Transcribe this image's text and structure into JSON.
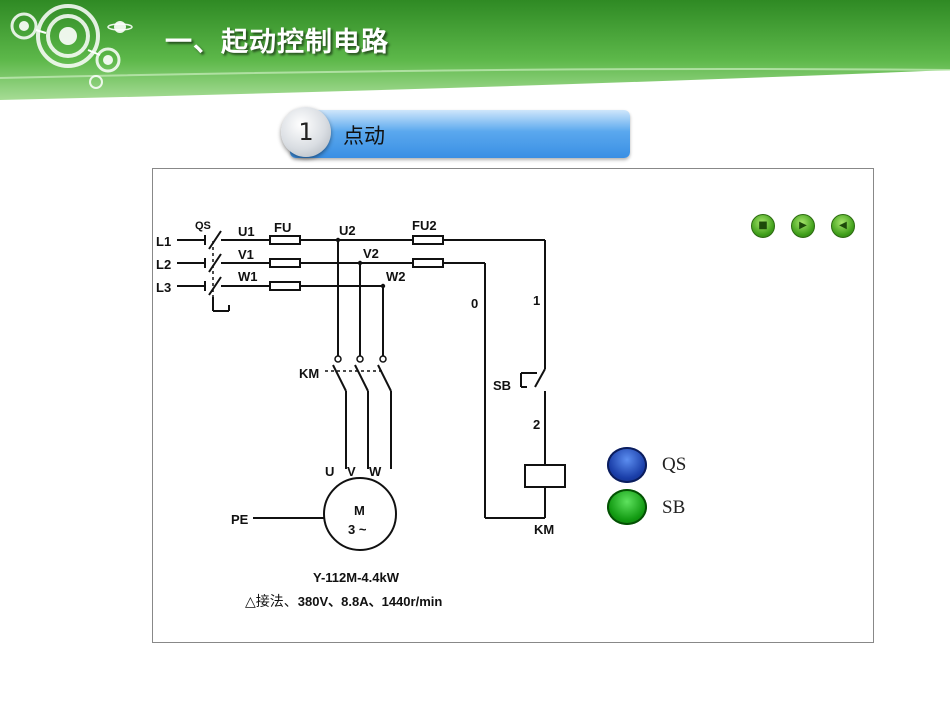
{
  "header": {
    "title": "一、起动控制电路"
  },
  "section": {
    "number": "1",
    "label": "点动"
  },
  "diagram": {
    "labels": {
      "l1": "L1",
      "l2": "L2",
      "l3": "L3",
      "qs": "QS",
      "u1": "U1",
      "v1": "V1",
      "w1": "W1",
      "fu": "FU",
      "u2": "U2",
      "v2": "V2",
      "w2": "W2",
      "fu2": "FU2",
      "n0": "0",
      "n1": "1",
      "n2": "2",
      "km_main": "KM",
      "sb": "SB",
      "km_coil": "KM",
      "u": "U",
      "v": "V",
      "w": "W",
      "pe": "PE",
      "motor_m": "M",
      "motor_phase": "3 ~"
    },
    "motor_model": "Y-112M-4.4kW",
    "motor_spec": {
      "prefix": "△接法、",
      "rest": "380V、8.8A、1440r/min"
    }
  },
  "controls": {
    "qs_label": "QS",
    "sb_label": "SB"
  },
  "media_buttons": {
    "stop": "stop-icon",
    "play": "play-icon",
    "back": "rewind-icon"
  },
  "colors": {
    "header_green": "#3f9b2f",
    "pill_blue": "#4a9ae8",
    "lamp_blue": "#1a3ea8",
    "lamp_green": "#129a12"
  }
}
